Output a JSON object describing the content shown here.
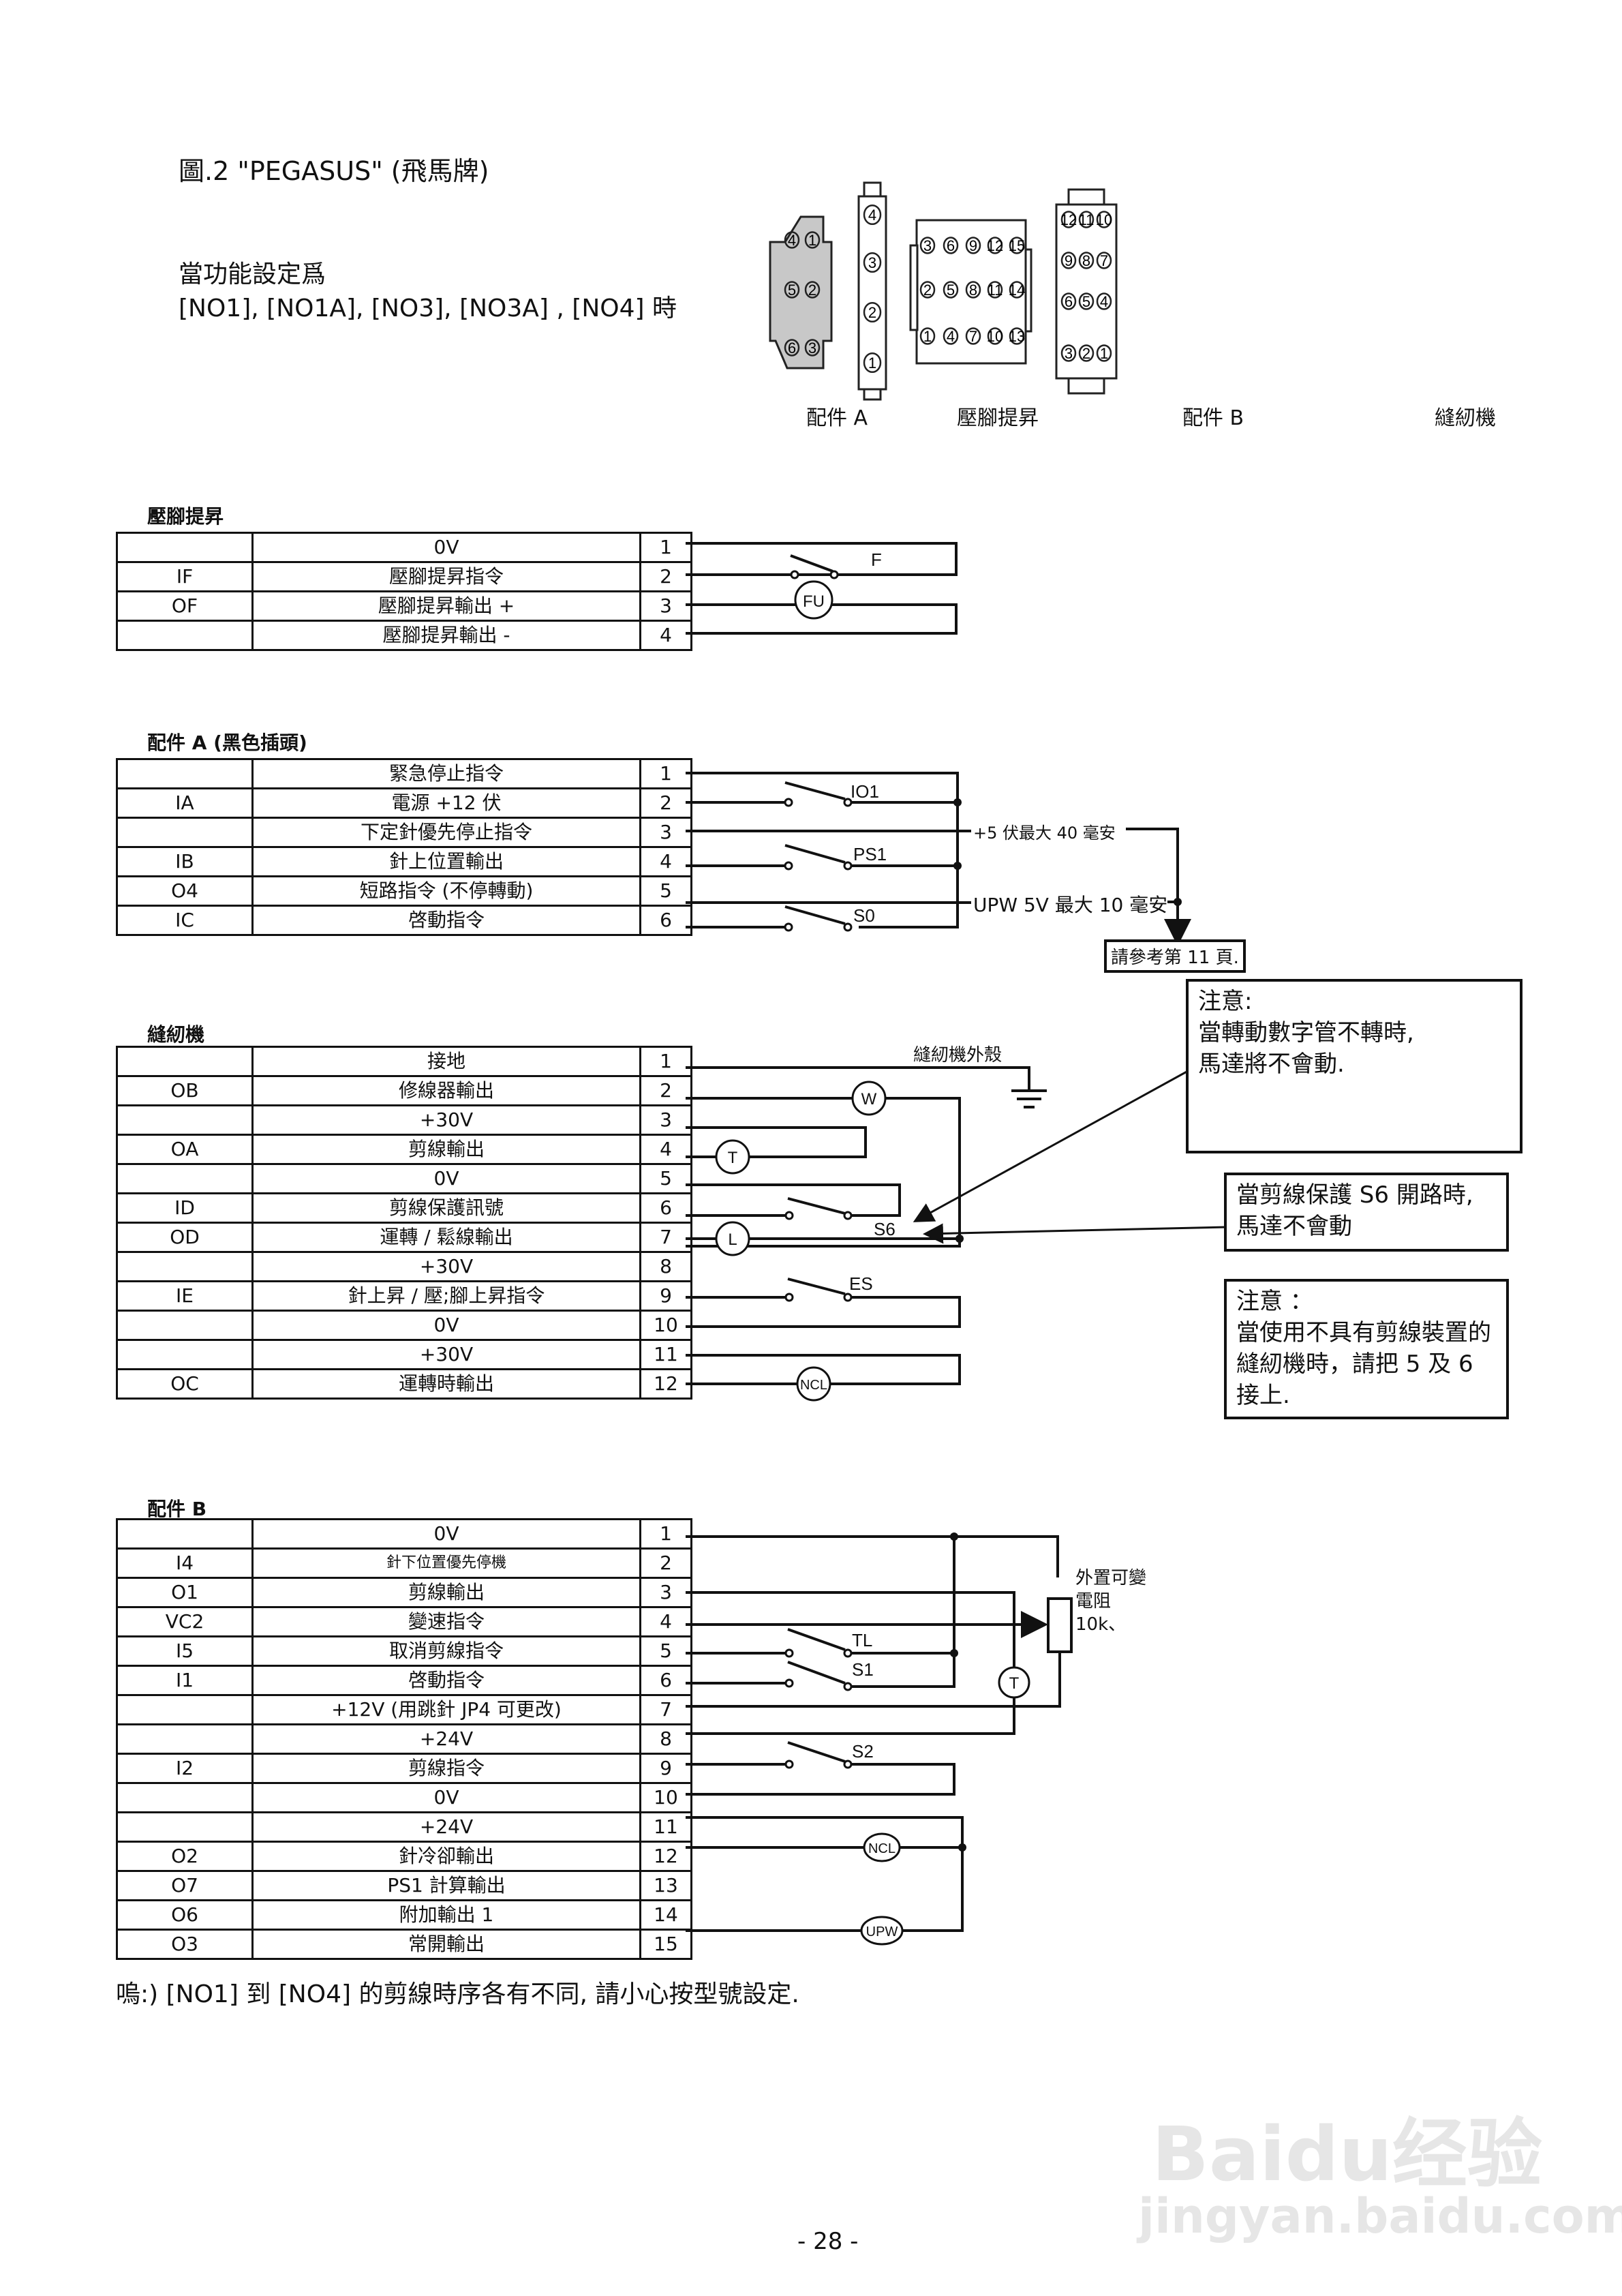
{
  "header": {
    "figure_title": "圖.2    \"PEGASUS\" (飛馬牌)",
    "condition_line1": "當功能設定爲",
    "condition_line2": "[NO1], [NO1A], [NO3], [NO3A] , [NO4]  時"
  },
  "connectors": {
    "part_a": {
      "label": "配件  A",
      "pins": [
        "4",
        "1",
        "5",
        "2",
        "6",
        "3"
      ]
    },
    "presser_foot": {
      "label": "壓腳提昇",
      "pins": [
        "4",
        "3",
        "2",
        "1"
      ]
    },
    "part_b": {
      "label": "配件  B",
      "pins": [
        "3",
        "6",
        "9",
        "12",
        "15",
        "2",
        "5",
        "8",
        "11",
        "14",
        "1",
        "4",
        "7",
        "10",
        "13"
      ]
    },
    "sewing_machine": {
      "label": "縫紉機",
      "pins": [
        "12",
        "11",
        "10",
        "9",
        "8",
        "7",
        "6",
        "5",
        "4",
        "3",
        "2",
        "1"
      ]
    }
  },
  "sections": {
    "presser_foot": {
      "title": "壓腳提昇",
      "rows": [
        {
          "code": "",
          "desc": "0V",
          "pin": "1"
        },
        {
          "code": "IF",
          "desc": "壓腳提昇指令",
          "pin": "2"
        },
        {
          "code": "OF",
          "desc": "壓腳提昇輸出  +",
          "pin": "3"
        },
        {
          "code": "",
          "desc": "壓腳提昇輸出  -",
          "pin": "4"
        }
      ],
      "components": {
        "switch": "F",
        "load": "FU"
      }
    },
    "part_a": {
      "title": "配件  A (黑色插頭)",
      "rows": [
        {
          "code": "",
          "desc": "緊急停止指令",
          "pin": "1"
        },
        {
          "code": "IA",
          "desc": "電源  +12 伏",
          "pin": "2"
        },
        {
          "code": "",
          "desc": "下定針優先停止指令",
          "pin": "3"
        },
        {
          "code": "IB",
          "desc": "針上位置輸出",
          "pin": "4"
        },
        {
          "code": "O4",
          "desc": "短路指令  (不停轉動)",
          "pin": "5"
        },
        {
          "code": "IC",
          "desc": "啓動指令",
          "pin": "6"
        }
      ],
      "components": {
        "switch1": "IO1",
        "switch2": "PS1",
        "switch3": "S0"
      },
      "label_plus5": "+5 伏最大 40 毫安",
      "label_upw": "UPW 5V 最大 10 毫安",
      "reference": "請參考第 11 頁."
    },
    "sewing_machine": {
      "title": "縫紉機",
      "rows": [
        {
          "code": "",
          "desc": "接地",
          "pin": "1"
        },
        {
          "code": "OB",
          "desc": "修線器輸出",
          "pin": "2"
        },
        {
          "code": "",
          "desc": "+30V",
          "pin": "3"
        },
        {
          "code": "OA",
          "desc": "剪線輸出",
          "pin": "4"
        },
        {
          "code": "",
          "desc": "0V",
          "pin": "5"
        },
        {
          "code": "ID",
          "desc": "剪線保護訊號",
          "pin": "6"
        },
        {
          "code": "OD",
          "desc": "運轉  /  鬆線輸出",
          "pin": "7"
        },
        {
          "code": "",
          "desc": "+30V",
          "pin": "8"
        },
        {
          "code": "IE",
          "desc": "針上昇  /  壓;腳上昇指令",
          "pin": "9"
        },
        {
          "code": "",
          "desc": "0V",
          "pin": "10"
        },
        {
          "code": "",
          "desc": "+30V",
          "pin": "11"
        },
        {
          "code": "OC",
          "desc": "運轉時輸出",
          "pin": "12"
        }
      ],
      "components": {
        "w": "W",
        "t": "T",
        "s6": "S6",
        "l": "L",
        "es": "ES",
        "ncl": "NCL"
      },
      "housing_label": "縫紉機外殼"
    },
    "part_b": {
      "title": "配件  B",
      "rows": [
        {
          "code": "",
          "desc": "0V",
          "pin": "1"
        },
        {
          "code": "I4",
          "desc": "針下位置優先停機",
          "pin": "2"
        },
        {
          "code": "O1",
          "desc": "剪線輸出",
          "pin": "3"
        },
        {
          "code": "VC2",
          "desc": "變速指令",
          "pin": "4"
        },
        {
          "code": "I5",
          "desc": "取消剪線指令",
          "pin": "5"
        },
        {
          "code": "I1",
          "desc": "啓動指令",
          "pin": "6"
        },
        {
          "code": "",
          "desc": "+12V (用跳針  JP4  可更改)",
          "pin": "7"
        },
        {
          "code": "",
          "desc": "+24V",
          "pin": "8"
        },
        {
          "code": "I2",
          "desc": "剪線指令",
          "pin": "9"
        },
        {
          "code": "",
          "desc": "0V",
          "pin": "10"
        },
        {
          "code": "",
          "desc": "+24V",
          "pin": "11"
        },
        {
          "code": "O2",
          "desc": "針冷卻輸出",
          "pin": "12"
        },
        {
          "code": "O7",
          "desc": "PS1  計算輸出",
          "pin": "13"
        },
        {
          "code": "O6",
          "desc": "附加輸出  1",
          "pin": "14"
        },
        {
          "code": "O3",
          "desc": "常開輸出",
          "pin": "15"
        }
      ],
      "components": {
        "tl": "TL",
        "s1": "S1",
        "t": "T",
        "s2": "S2",
        "ncl": "NCL",
        "upw": "UPW"
      },
      "resistor_label_line1": "外置可變",
      "resistor_label_line2": "電阻",
      "resistor_label_line3": "10k、"
    }
  },
  "notes": {
    "note1_line1": "注意:",
    "note1_line2": "當轉動數字管不轉時,",
    "note1_line3": "馬達將不會動.",
    "note2_line1": "當剪線保護 S6  開路時,",
    "note2_line2": "馬達不會動",
    "note3_line1": "注意  ：",
    "note3_line2": "當使用不具有剪線裝置的",
    "note3_line3": "縫紉機時，請把 5  及  6",
    "note3_line4": "接上."
  },
  "footnote": "嗚:)    [NO1]  到  [NO4]  的剪線時序各有不同,  請小心按型號設定.",
  "page_number": "- 28 -",
  "watermark": {
    "brand": "Baidu经验",
    "url": "jingyan.baidu.com"
  }
}
